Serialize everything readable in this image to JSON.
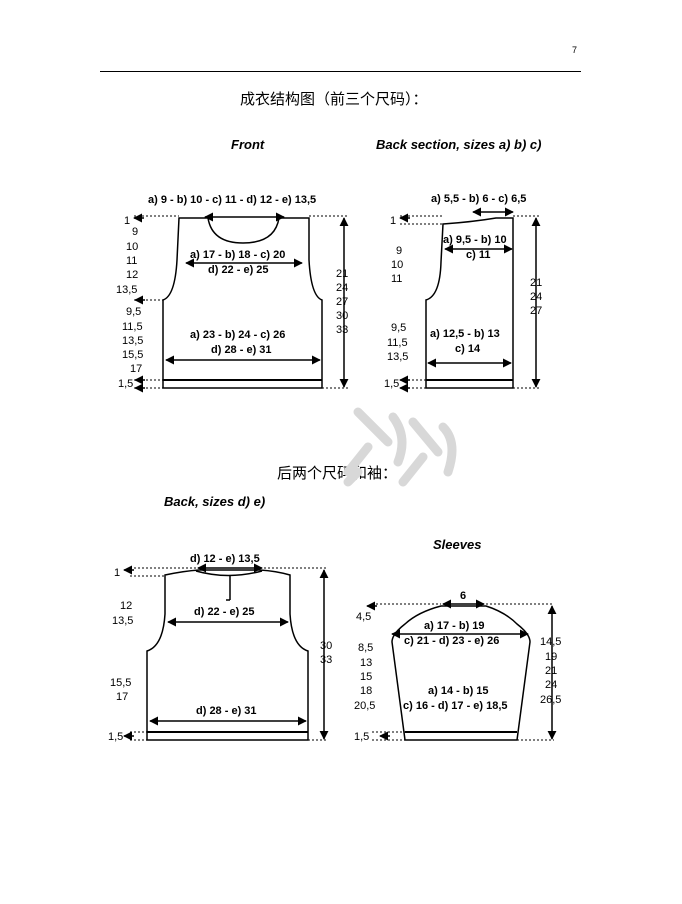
{
  "page": {
    "number": "7"
  },
  "headings": {
    "section1": "成衣结构图（前三个尺码）：",
    "section2": "后两个尺码和袖："
  },
  "captions": {
    "front": "Front",
    "back_abc": "Back section, sizes a) b) c)",
    "back_de": "Back, sizes d) e)",
    "sleeves": "Sleeves"
  },
  "front": {
    "top_width": "a) 9 - b) 10 - c) 11 - d) 12 - e) 13,5",
    "neck_depth": "1",
    "left_values": [
      "9",
      "10",
      "11",
      "12",
      "13,5"
    ],
    "mid_width_1": "a) 17 - b) 18 - c) 20",
    "mid_width_2": "d) 22 - e) 25",
    "left_lower_values": [
      "9,5",
      "11,5",
      "13,5",
      "15,5",
      "17"
    ],
    "bottom_width_1": "a) 23 - b) 24 - c) 26",
    "bottom_width_2": "d) 28 - e) 31",
    "hem": "1,5",
    "right_values": [
      "21",
      "24",
      "27",
      "30",
      "33"
    ]
  },
  "back_abc": {
    "top_width": "a) 5,5 - b) 6 - c) 6,5",
    "neck_depth": "1",
    "shoulder_1": "a) 9,5 - b) 10",
    "shoulder_2": "c) 11",
    "left_values": [
      "9",
      "10",
      "11"
    ],
    "left_lower_values": [
      "9,5",
      "11,5",
      "13,5"
    ],
    "bottom_width_1": "a) 12,5 - b) 13",
    "bottom_width_2": "c) 14",
    "hem": "1,5",
    "right_values": [
      "21",
      "24",
      "27"
    ]
  },
  "back_de": {
    "neck_width": "d) 12 - e) 13,5",
    "neck_depth": "1",
    "left_values": [
      "12",
      "13,5"
    ],
    "mid_width": "d) 22 - e) 25",
    "left_lower_values": [
      "15,5",
      "17"
    ],
    "bottom_width": "d) 28 - e) 31",
    "hem": "1,5",
    "right_values": [
      "30",
      "33"
    ]
  },
  "sleeves": {
    "top_width": "6",
    "cap_height": "4,5",
    "upper_width_1": "a) 17 - b) 19",
    "upper_width_2": "c) 21 - d) 23 - e) 26",
    "left_values": [
      "8,5",
      "13",
      "15",
      "18",
      "20,5"
    ],
    "lower_width_1": "a) 14 - b) 15",
    "lower_width_2": "c) 16 - d) 17 - e) 18,5",
    "hem": "1,5",
    "right_values": [
      "14,5",
      "19",
      "21",
      "24",
      "26,5"
    ]
  },
  "colors": {
    "ink": "#000000",
    "watermark": "#d8d8d8"
  }
}
